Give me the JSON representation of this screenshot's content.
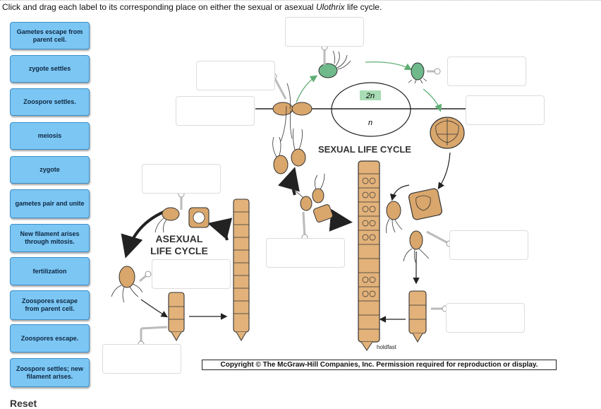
{
  "instruction": {
    "before": "Click and drag each label to its corresponding place on either the sexual or asexual ",
    "italic": "Ulothrix",
    "after": " life cycle."
  },
  "labels": [
    "Gametes escape from parent cell.",
    "zygote settles",
    "Zoospore settles.",
    "meiosis",
    "zygote",
    "gametes pair and unite",
    "New filament arises through mitosis.",
    "fertilization",
    "Zoospores escape from parent cell.",
    "Zoospores escape.",
    "Zoospore settles; new filament arises."
  ],
  "diagram": {
    "sexual_title": "SEXUAL LIFE CYCLE",
    "asexual_title_1": "ASEXUAL",
    "asexual_title_2": "LIFE CYCLE",
    "ploidy_2n": "2n",
    "ploidy_n": "n",
    "holdfast": "holdfast",
    "colors": {
      "ploidy_box": "#a8dcb4",
      "zygote": "#6fb98b",
      "label_button": "#7cc6f4",
      "arrow_green": "#5fae74"
    }
  },
  "copyright": "Copyright © The McGraw-Hill Companies, Inc. Permission required for reproduction or display.",
  "reset_label": "Reset"
}
